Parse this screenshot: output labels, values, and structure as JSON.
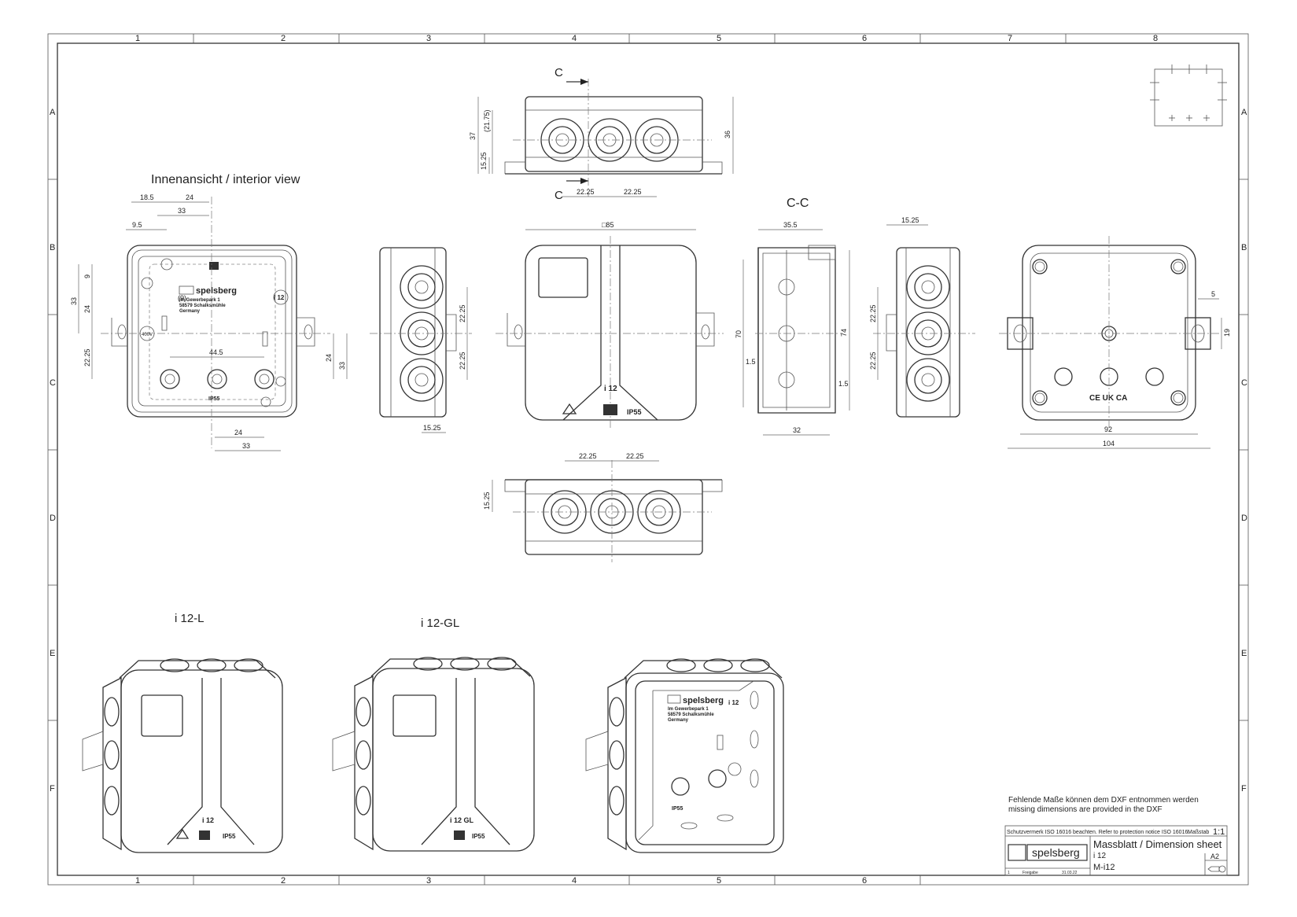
{
  "border": {
    "columns": [
      "1",
      "2",
      "3",
      "4",
      "5",
      "6",
      "7",
      "8"
    ],
    "rows": [
      "A",
      "B",
      "C",
      "D",
      "E",
      "F"
    ]
  },
  "labels": {
    "interior_view": "Innenansicht / interior view",
    "section": "C-C",
    "section_mark": "C",
    "model_l": "i 12-L",
    "model_gl": "i 12-GL"
  },
  "product": {
    "name": "i 12",
    "name_gl": "i 12 GL",
    "ip": "IP55",
    "brand": "spelsberg",
    "address1": "Im Gewerbepark 1",
    "address2": "58579 Schalksmühle",
    "address3": "Germany",
    "voltage": "400V",
    "marks": "CE UK CA"
  },
  "dimensions": {
    "top": {
      "h37": "37",
      "h21": "(21.75)",
      "h15": "15.25",
      "h36": "36",
      "s1": "22.25",
      "s2": "22.25"
    },
    "interior": {
      "d185": "18.5",
      "d24": "24",
      "d33": "33",
      "d95": "9.5",
      "d9": "9",
      "d9p": "(9)",
      "v33": "33",
      "v24": "24",
      "v22": "22.25",
      "d445": "44.5",
      "r24": "24",
      "r33": "33",
      "b24": "24",
      "b33": "33"
    },
    "side": {
      "v1": "22.25",
      "v2": "22.25",
      "b": "15.25"
    },
    "front": {
      "w": "□85"
    },
    "section": {
      "w": "35.5",
      "h70": "70",
      "h74": "74",
      "t1": "1.5",
      "t2": "1.5",
      "b": "32"
    },
    "side2": {
      "t": "15.25",
      "v1": "22.25",
      "v2": "22.25"
    },
    "back": {
      "s5": "5",
      "s19": "19",
      "w92": "92",
      "w104": "104"
    },
    "bottom": {
      "s1": "22.25",
      "s2": "22.25",
      "h": "15.25"
    }
  },
  "notes": {
    "de": "Fehlende Maße können dem DXF entnommen werden",
    "en": "missing dimensions are provided in the DXF"
  },
  "title_block": {
    "protection": "Schutzvermerk ISO 16016 beachten. Refer to protection notice ISO 16016.",
    "scale_label": "Maßstab",
    "scale": "1:1",
    "sheet_title": "Massblatt / Dimension sheet",
    "product": "i 12",
    "drawing_no": "M-i12",
    "format": "A2",
    "release": "Freigabe",
    "rev": "1",
    "date": "31.03.22"
  }
}
